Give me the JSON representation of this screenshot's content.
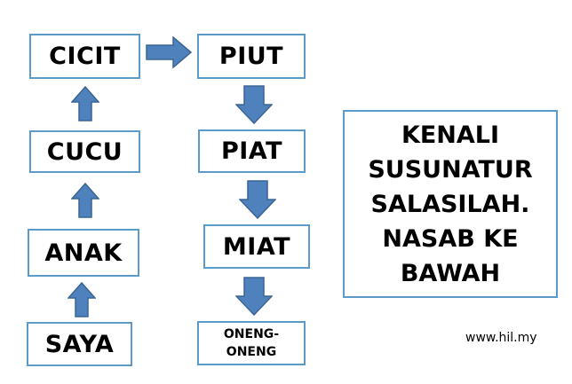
{
  "nodes": {
    "cicit": "CICIT",
    "cucu": "CUCU",
    "anak": "ANAK",
    "saya": "SAYA",
    "piut": "PIUT",
    "piat": "PIAT",
    "miat": "MIAT",
    "oneng": [
      "ONENG-",
      "ONENG"
    ]
  },
  "note_lines": [
    "KENALI",
    "SUSUNATUR",
    "SALASILAH.",
    "NASAB KE",
    "BAWAH"
  ],
  "watermark": "www.hil.my",
  "colors": {
    "border": "#5b9bc9",
    "arrow_fill": "#4f81bd",
    "arrow_stroke": "#3a6593"
  }
}
